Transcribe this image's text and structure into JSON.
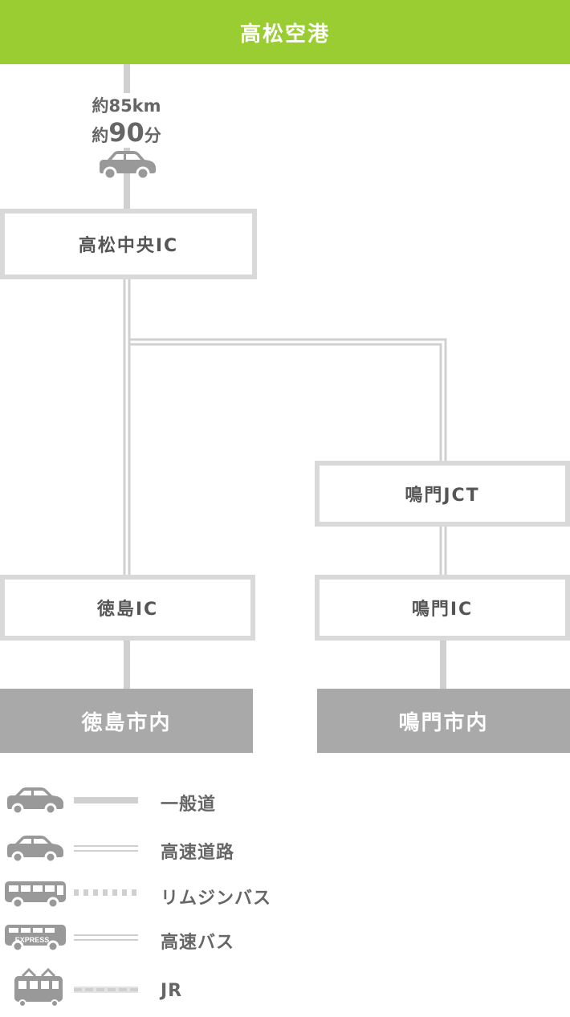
{
  "header": {
    "title": "高松空港"
  },
  "route": {
    "distance": "約85km",
    "time_prefix": "約",
    "time_value": "90",
    "time_unit": "分",
    "vehicle_icon": "car-icon"
  },
  "nodes": {
    "takamatsu_chuo_ic": "高松中央IC",
    "naruto_jct": "鳴門JCT",
    "tokushima_ic": "徳島IC",
    "naruto_ic": "鳴門IC"
  },
  "destinations": {
    "tokushima": "徳島市内",
    "naruto": "鳴門市内"
  },
  "legend": [
    {
      "icon": "car-icon",
      "line": "solid",
      "label": "一般道"
    },
    {
      "icon": "car-icon",
      "line": "double",
      "label": "高速道路"
    },
    {
      "icon": "bus-icon",
      "line": "dotted",
      "label": "リムジンバス"
    },
    {
      "icon": "express-bus-icon",
      "line": "double",
      "label": "高速バス",
      "badge": "EXPRESS"
    },
    {
      "icon": "train-icon",
      "line": "dashed",
      "label": "JR"
    }
  ],
  "colors": {
    "header_bg": "#9acd32",
    "destination_bg": "#a9a9a9",
    "line": "#d0d0d0",
    "icon": "#999999"
  }
}
